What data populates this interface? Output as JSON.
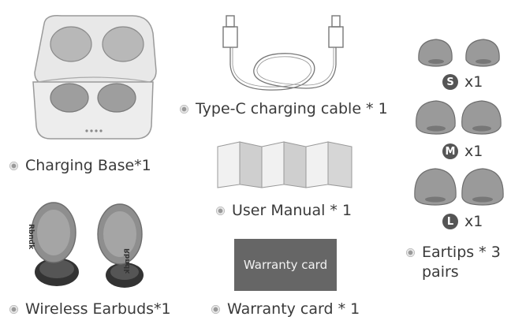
{
  "items": {
    "charging_base": "Charging Base*1",
    "cable": "Type-C charging cable * 1",
    "user_manual": "User Manual * 1",
    "earbuds": "Wireless Earbuds*1",
    "warranty": "Warranty card * 1",
    "eartips_line1": "Eartips * 3",
    "eartips_line2": "pairs"
  },
  "warranty_card_text": "Warranty card",
  "earbud_logo": "Rbndk",
  "eartip_sizes": [
    {
      "badge": "S",
      "qty": "x1"
    },
    {
      "badge": "M",
      "qty": "x1"
    },
    {
      "badge": "L",
      "qty": "x1"
    }
  ]
}
